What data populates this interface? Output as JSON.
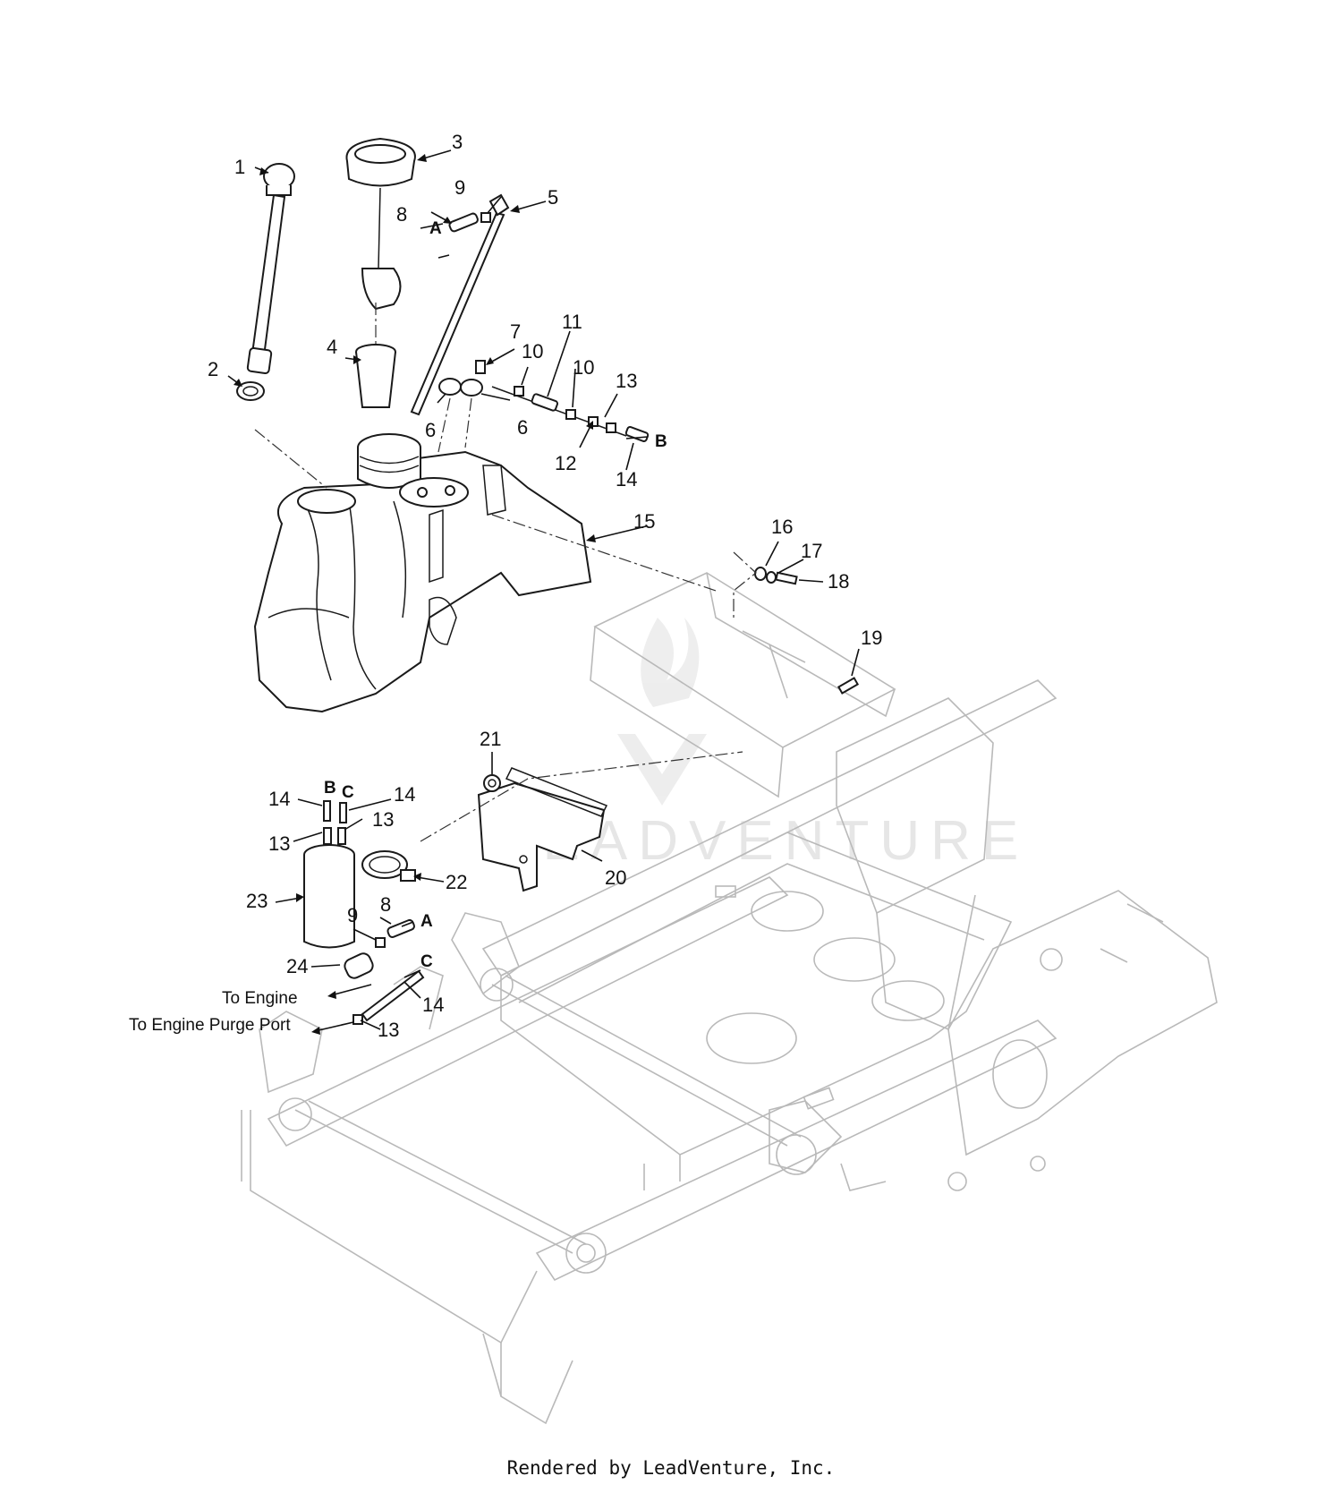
{
  "callouts": [
    {
      "id": "c1",
      "text": "1"
    },
    {
      "id": "c2",
      "text": "2"
    },
    {
      "id": "c3",
      "text": "3"
    },
    {
      "id": "c4",
      "text": "4"
    },
    {
      "id": "c5",
      "text": "5"
    },
    {
      "id": "c6a",
      "text": "6"
    },
    {
      "id": "c6b",
      "text": "6"
    },
    {
      "id": "c7",
      "text": "7"
    },
    {
      "id": "c8a",
      "text": "8"
    },
    {
      "id": "c8b",
      "text": "8"
    },
    {
      "id": "c9a",
      "text": "9"
    },
    {
      "id": "c9b",
      "text": "9"
    },
    {
      "id": "c10a",
      "text": "10"
    },
    {
      "id": "c10b",
      "text": "10"
    },
    {
      "id": "c11",
      "text": "11"
    },
    {
      "id": "c12",
      "text": "12"
    },
    {
      "id": "c13a",
      "text": "13"
    },
    {
      "id": "c13b",
      "text": "13"
    },
    {
      "id": "c13c",
      "text": "13"
    },
    {
      "id": "c13d",
      "text": "13"
    },
    {
      "id": "c14a",
      "text": "14"
    },
    {
      "id": "c14b",
      "text": "14"
    },
    {
      "id": "c14c",
      "text": "14"
    },
    {
      "id": "c14d",
      "text": "14"
    },
    {
      "id": "c15",
      "text": "15"
    },
    {
      "id": "c16",
      "text": "16"
    },
    {
      "id": "c17",
      "text": "17"
    },
    {
      "id": "c18",
      "text": "18"
    },
    {
      "id": "c19",
      "text": "19"
    },
    {
      "id": "c20",
      "text": "20"
    },
    {
      "id": "c21",
      "text": "21"
    },
    {
      "id": "c22",
      "text": "22"
    },
    {
      "id": "c23",
      "text": "23"
    },
    {
      "id": "c24",
      "text": "24"
    }
  ],
  "connection_markers": {
    "a_top": "A",
    "a_bottom": "A",
    "b_right": "B",
    "b_top": "B",
    "c_top": "C",
    "c_bottom": "C"
  },
  "notes": {
    "to_engine": "To Engine",
    "to_engine_purge": "To Engine Purge Port"
  },
  "watermark": "LEADVENTURE",
  "footer": "Rendered by LeadVenture, Inc."
}
